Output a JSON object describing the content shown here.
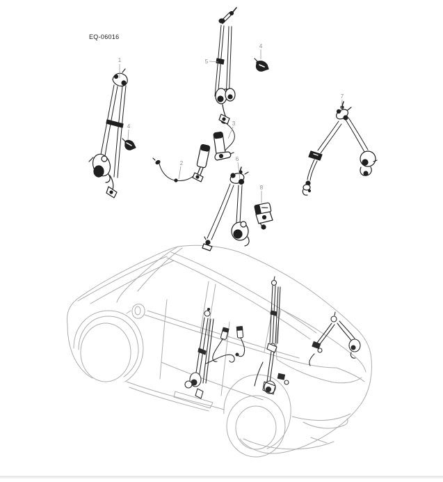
{
  "diagram": {
    "code": "EQ-06016",
    "callouts": [
      {
        "label": "1"
      },
      {
        "label": "2"
      },
      {
        "label": "3"
      },
      {
        "label": "4"
      },
      {
        "label": "4"
      },
      {
        "label": "5"
      },
      {
        "label": "6"
      },
      {
        "label": "7"
      },
      {
        "label": "8"
      }
    ],
    "colors": {
      "background": "#ffffff",
      "part_lines": "#1f1f1f",
      "vehicle_lines": "#adadad",
      "installed_part_lines": "#2b2b2b",
      "callout_text": "#8c8c8c",
      "leader_line": "#9a9a9a",
      "code_text": "#1a1a1a",
      "bottom_divider": "#d9d9d9"
    }
  }
}
